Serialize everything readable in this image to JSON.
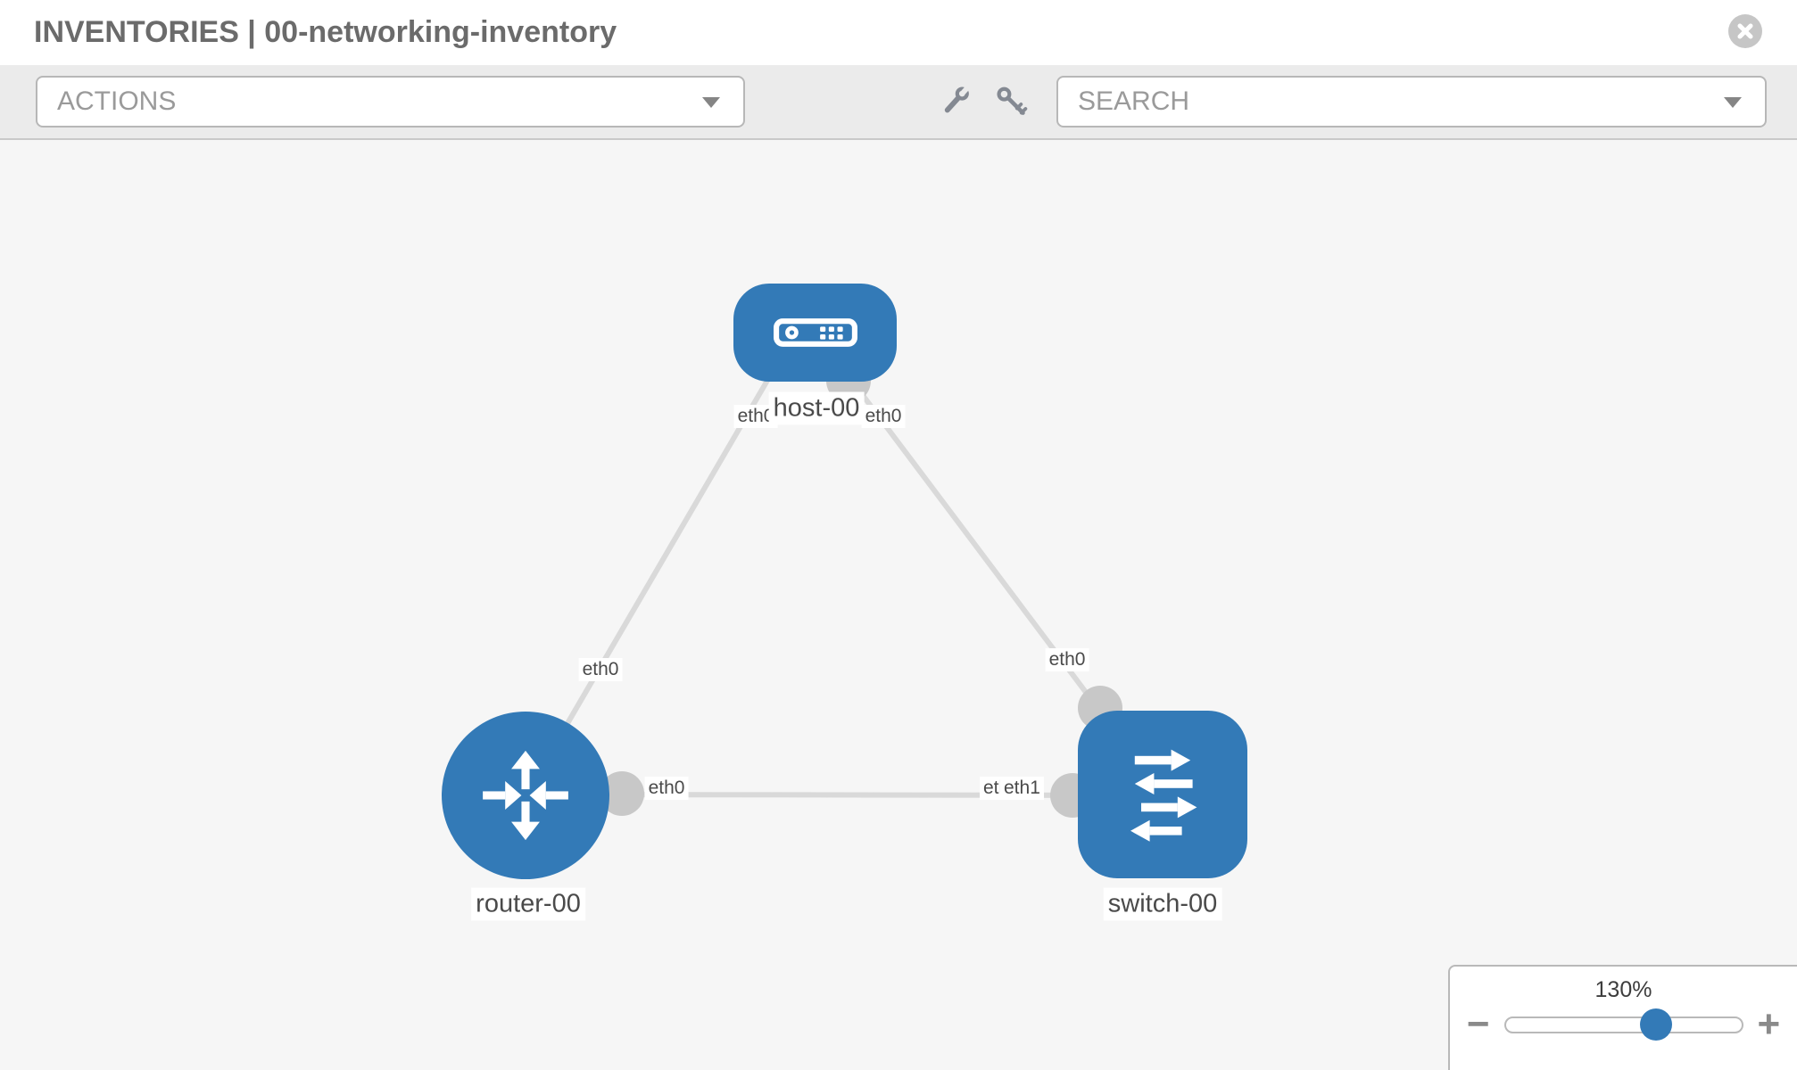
{
  "header": {
    "title": "INVENTORIES | 00-networking-inventory"
  },
  "toolbar": {
    "actions_label": "ACTIONS",
    "search_label": "SEARCH",
    "icons": [
      "wrench-icon",
      "key-icon",
      "chevron-down-icon",
      "close-icon"
    ]
  },
  "topology": {
    "nodes": [
      {
        "label": "host-00",
        "type": "host"
      },
      {
        "label": "router-00",
        "type": "router"
      },
      {
        "label": "switch-00",
        "type": "switch"
      }
    ],
    "links": [
      {
        "from": "host-00",
        "to": "router-00",
        "from_interface": "eth0",
        "to_interface": "eth0"
      },
      {
        "from": "host-00",
        "to": "switch-00",
        "from_interface": "eth0",
        "to_interface": "eth0"
      },
      {
        "from": "router-00",
        "to": "switch-00",
        "from_interface": "eth0",
        "to_interface": "eth1"
      }
    ],
    "occluded_label": "eth0"
  },
  "zoom_control": {
    "level_label": "130%",
    "minus_label": "−",
    "plus_label": "+"
  },
  "colors": {
    "node_blue": "#337ab7",
    "edge_gray": "#d9d9d9",
    "connector_gray": "#c8c8c8",
    "canvas_bg": "#f6f6f6",
    "toolbar_bg": "#ebebeb"
  }
}
